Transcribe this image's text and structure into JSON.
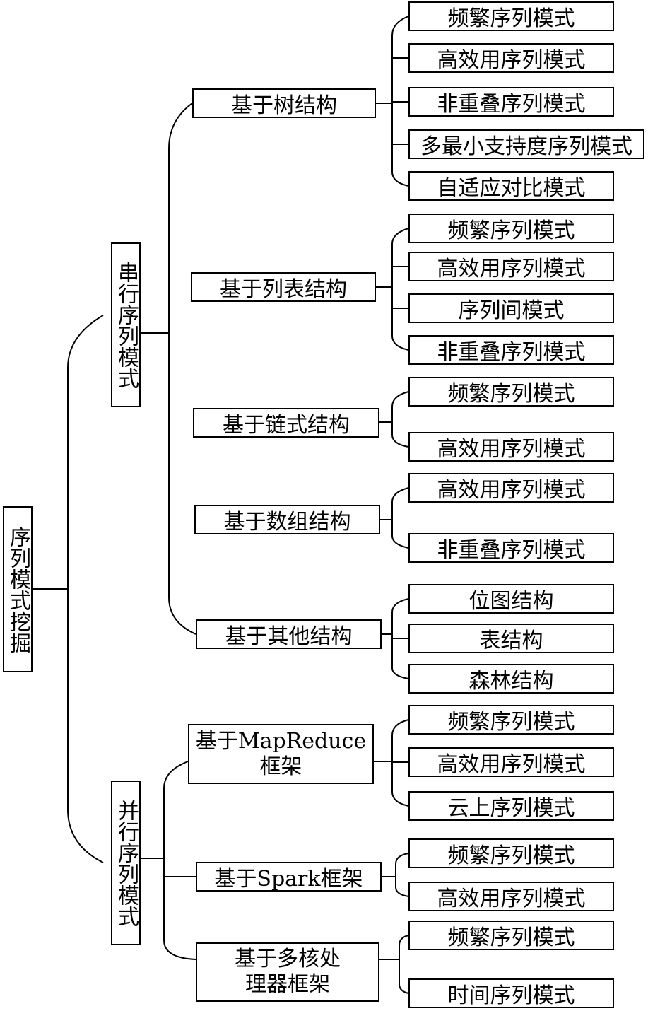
{
  "root": {
    "label": "序列模式挖掘"
  },
  "serial": {
    "label": "串行序列模式",
    "tree": {
      "label": "基于树结构",
      "children": [
        "频繁序列模式",
        "高效用序列模式",
        "非重叠序列模式",
        "多最小支持度序列模式",
        "自适应对比模式"
      ]
    },
    "list": {
      "label": "基于列表结构",
      "children": [
        "频繁序列模式",
        "高效用序列模式",
        "序列间模式",
        "非重叠序列模式"
      ]
    },
    "chain": {
      "label": "基于链式结构",
      "children": [
        "频繁序列模式",
        "高效用序列模式"
      ]
    },
    "array": {
      "label": "基于数组结构",
      "children": [
        "高效用序列模式",
        "非重叠序列模式"
      ]
    },
    "other": {
      "label": "基于其他结构",
      "children": [
        "位图结构",
        "表结构",
        "森林结构"
      ]
    }
  },
  "parallel": {
    "label": "并行序列模式",
    "mapreduce": {
      "line1": "基于MapReduce",
      "line2": "框架",
      "children": [
        "频繁序列模式",
        "高效用序列模式",
        "云上序列模式"
      ]
    },
    "spark": {
      "label": "基于Spark框架",
      "children": [
        "频繁序列模式",
        "高效用序列模式"
      ]
    },
    "multicore": {
      "line1": "基于多核处",
      "line2": "理器框架",
      "children": [
        "频繁序列模式",
        "时间序列模式"
      ]
    }
  }
}
